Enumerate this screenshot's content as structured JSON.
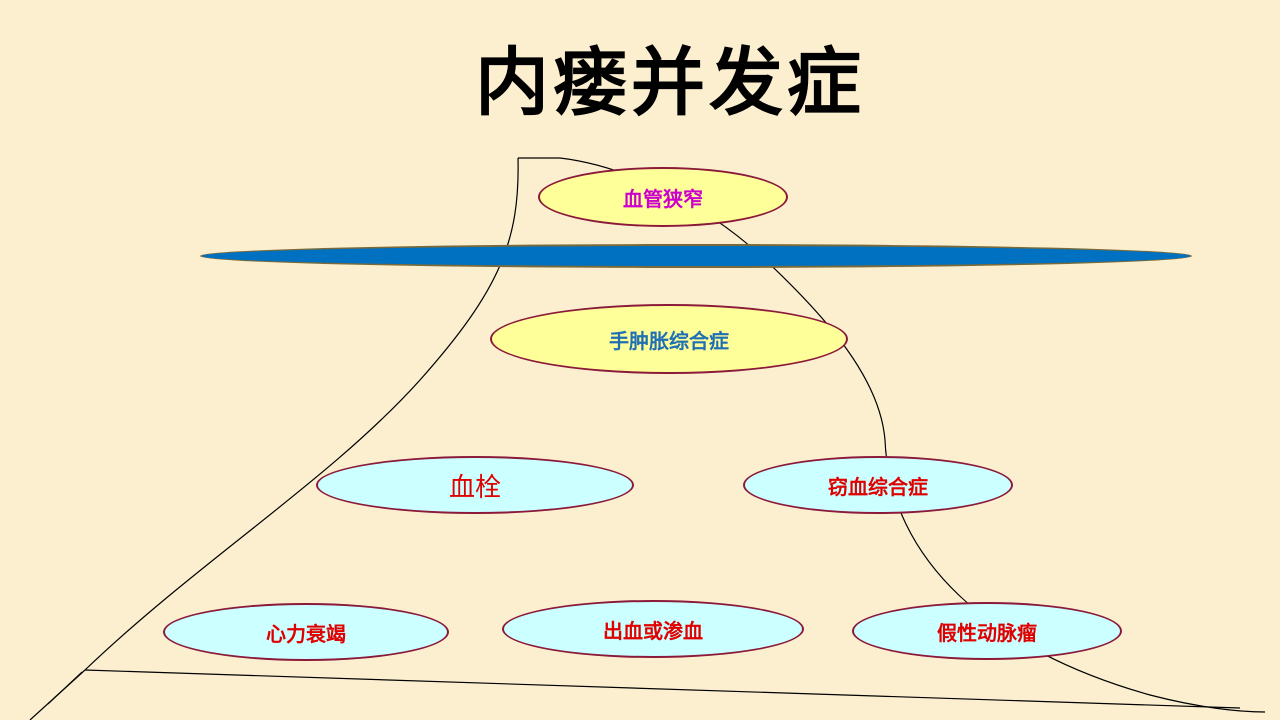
{
  "title": "内瘘并发症",
  "nodes": {
    "stenosis": {
      "label": "血管狭窄",
      "color": "#cc00cc"
    },
    "hand_swelling": {
      "label": "手肿胀综合症",
      "color": "#1f6fb5"
    },
    "thrombosis": {
      "label": "血栓",
      "color": "#e00000"
    },
    "steal": {
      "label": "窃血综合症",
      "color": "#e00000"
    },
    "heart_failure": {
      "label": "心力衰竭",
      "color": "#e00000"
    },
    "bleeding": {
      "label": "出血或渗血",
      "color": "#e00000"
    },
    "aneurysm": {
      "label": "假性动脉瘤",
      "color": "#e00000"
    }
  },
  "colors": {
    "background": "#fcefd0",
    "vessel_bar": "#0070c0",
    "oval_yellow": "#ffff99",
    "oval_cyan": "#ccffff",
    "oval_border": "#8b1a3a"
  }
}
